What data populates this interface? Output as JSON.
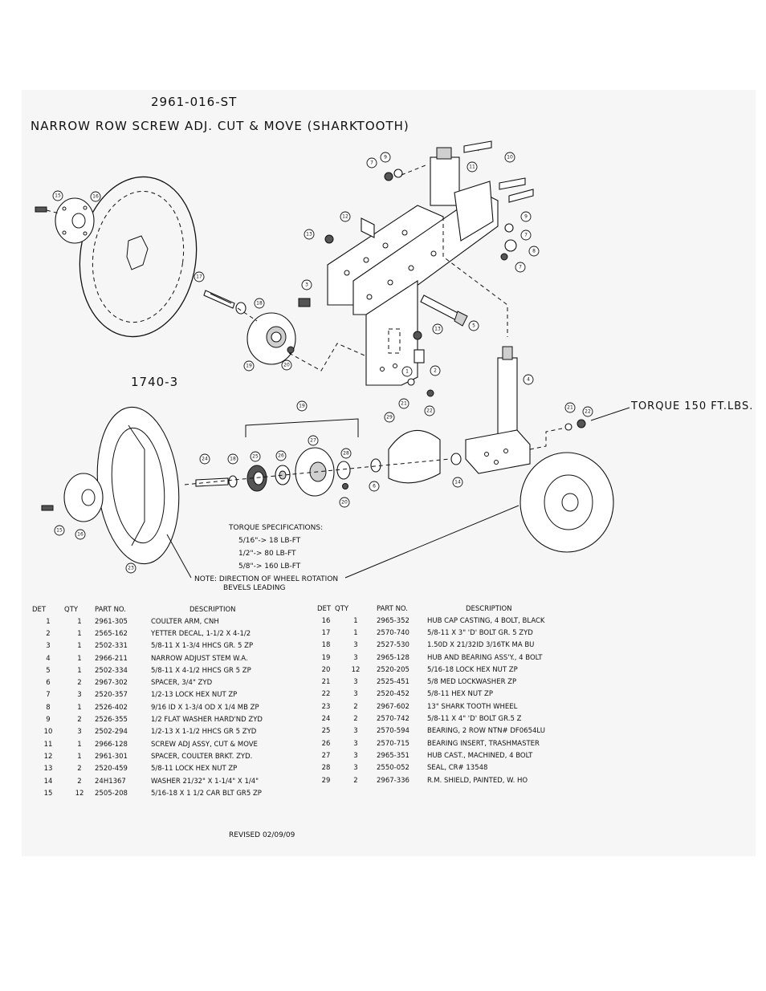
{
  "part_number": "2961-016-ST",
  "title": "NARROW ROW SCREW ADJ. CUT & MOVE (SHARKTOOTH)",
  "sub_assembly": "1740-3",
  "torque_callout": "TORQUE 150 FT.LBS.",
  "torque_specs": {
    "heading": "TORQUE SPECIFICATIONS:",
    "rows": [
      "5/16\"-> 18 LB-FT",
      "1/2\"-> 80 LB-FT",
      "5/8\"-> 160 LB-FT"
    ]
  },
  "note": {
    "line1": "NOTE: DIRECTION OF WHEEL ROTATION",
    "line2": "BEVELS LEADING"
  },
  "table": {
    "headers": {
      "det": "DET",
      "qty": "QTY",
      "part": "PART NO.",
      "desc": "DESCRIPTION"
    },
    "left": [
      {
        "det": "1",
        "qty": "1",
        "part": "2961-305",
        "desc": "COULTER ARM, CNH"
      },
      {
        "det": "2",
        "qty": "1",
        "part": "2565-162",
        "desc": "YETTER DECAL, 1-1/2 X 4-1/2"
      },
      {
        "det": "3",
        "qty": "1",
        "part": "2502-331",
        "desc": "5/8-11 X 1-3/4 HHCS GR. 5 ZP"
      },
      {
        "det": "4",
        "qty": "1",
        "part": "2966-211",
        "desc": "NARROW ADJUST STEM W.A."
      },
      {
        "det": "5",
        "qty": "1",
        "part": "2502-334",
        "desc": "5/8-11 X 4-1/2 HHCS GR 5 ZP"
      },
      {
        "det": "6",
        "qty": "2",
        "part": "2967-302",
        "desc": "SPACER, 3/4\" ZYD"
      },
      {
        "det": "7",
        "qty": "3",
        "part": "2520-357",
        "desc": "1/2-13 LOCK HEX NUT ZP"
      },
      {
        "det": "8",
        "qty": "1",
        "part": "2526-402",
        "desc": "9/16 ID X 1-3/4 OD X 1/4 MB ZP"
      },
      {
        "det": "9",
        "qty": "2",
        "part": "2526-355",
        "desc": "1/2 FLAT WASHER HARD'ND ZYD"
      },
      {
        "det": "10",
        "qty": "3",
        "part": "2502-294",
        "desc": "1/2-13 X 1-1/2 HHCS GR 5 ZYD"
      },
      {
        "det": "11",
        "qty": "1",
        "part": "2966-128",
        "desc": "SCREW ADJ ASSY, CUT & MOVE"
      },
      {
        "det": "12",
        "qty": "1",
        "part": "2961-301",
        "desc": "SPACER, COULTER BRKT. ZYD."
      },
      {
        "det": "13",
        "qty": "2",
        "part": "2520-459",
        "desc": "5/8-11 LOCK HEX NUT ZP"
      },
      {
        "det": "14",
        "qty": "2",
        "part": "24H1367",
        "desc": "WASHER 21/32\" X 1-1/4\" X 1/4\""
      },
      {
        "det": "15",
        "qty": "12",
        "part": "2505-208",
        "desc": "5/16-18 X 1 1/2 CAR BLT GR5 ZP"
      }
    ],
    "right": [
      {
        "det": "16",
        "qty": "1",
        "part": "2965-352",
        "desc": "HUB CAP CASTING, 4 BOLT, BLACK"
      },
      {
        "det": "17",
        "qty": "1",
        "part": "2570-740",
        "desc": "5/8-11 X 3\" 'D' BOLT GR. 5 ZYD"
      },
      {
        "det": "18",
        "qty": "3",
        "part": "2527-530",
        "desc": "1.50D X 21/32ID 3/16TK MA BU"
      },
      {
        "det": "19",
        "qty": "3",
        "part": "2965-128",
        "desc": "HUB AND BEARING ASS'Y., 4 BOLT"
      },
      {
        "det": "20",
        "qty": "12",
        "part": "2520-205",
        "desc": "5/16-18 LOCK HEX NUT ZP"
      },
      {
        "det": "21",
        "qty": "3",
        "part": "2525-451",
        "desc": "5/8 MED LOCKWASHER ZP"
      },
      {
        "det": "22",
        "qty": "3",
        "part": "2520-452",
        "desc": "5/8-11 HEX NUT ZP"
      },
      {
        "det": "23",
        "qty": "2",
        "part": "2967-602",
        "desc": "13\" SHARK TOOTH WHEEL"
      },
      {
        "det": "24",
        "qty": "2",
        "part": "2570-742",
        "desc": "5/8-11 X 4\" 'D' BOLT GR.5 Z"
      },
      {
        "det": "25",
        "qty": "3",
        "part": "2570-594",
        "desc": "BEARING, 2 ROW NTN# DF0654LU"
      },
      {
        "det": "26",
        "qty": "3",
        "part": "2570-715",
        "desc": "BEARING INSERT, TRASHMASTER"
      },
      {
        "det": "27",
        "qty": "3",
        "part": "2965-351",
        "desc": "HUB CAST., MACHINED, 4 BOLT"
      },
      {
        "det": "28",
        "qty": "3",
        "part": "2550-052",
        "desc": "SEAL, CR# 13548"
      },
      {
        "det": "29",
        "qty": "2",
        "part": "2967-336",
        "desc": "R.M. SHIELD, PAINTED, W. HO"
      }
    ]
  },
  "revised": "REVISED 02/09/09",
  "balloon_labels": [
    "1",
    "2",
    "3",
    "4",
    "5",
    "6",
    "7",
    "8",
    "9",
    "10",
    "11",
    "12",
    "13",
    "14",
    "15",
    "16",
    "17",
    "18",
    "19",
    "20",
    "21",
    "22",
    "23",
    "24",
    "25",
    "26",
    "27",
    "28",
    "29"
  ]
}
